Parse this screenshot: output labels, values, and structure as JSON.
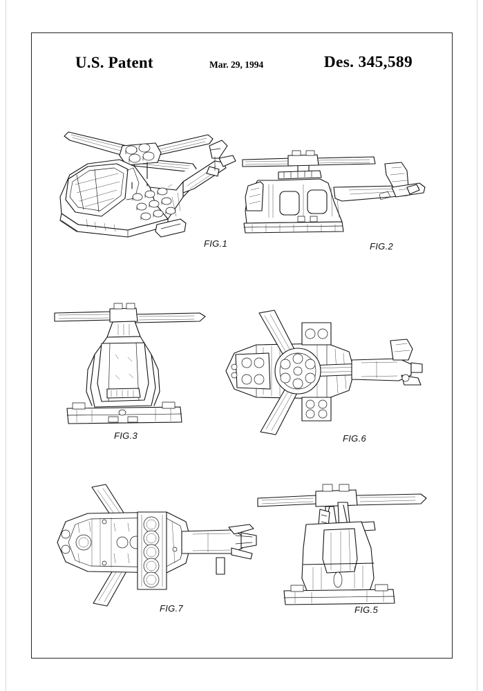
{
  "document": {
    "type": "us-design-patent-drawing-sheet",
    "header": {
      "office_title": "U.S. Patent",
      "issue_date": "Mar. 29, 1994",
      "patent_number": "Des. 345,589"
    },
    "frame": {
      "border_color": "#222222",
      "background_color": "#ffffff"
    },
    "ink_color": "#111111"
  },
  "figures": [
    {
      "id": "fig-1",
      "label": "FIG.1",
      "view": "perspective view of toy helicopter",
      "position": "top-left"
    },
    {
      "id": "fig-2",
      "label": "FIG.2",
      "view": "side elevational view",
      "position": "top-right"
    },
    {
      "id": "fig-3",
      "label": "FIG.3",
      "view": "front elevational view",
      "position": "middle-left"
    },
    {
      "id": "fig-6",
      "label": "FIG.6",
      "view": "top plan view",
      "position": "middle-right"
    },
    {
      "id": "fig-7",
      "label": "FIG.7",
      "view": "bottom plan view",
      "position": "bottom-left"
    },
    {
      "id": "fig-5",
      "label": "FIG.5",
      "view": "rear elevational view",
      "position": "bottom-right"
    }
  ]
}
